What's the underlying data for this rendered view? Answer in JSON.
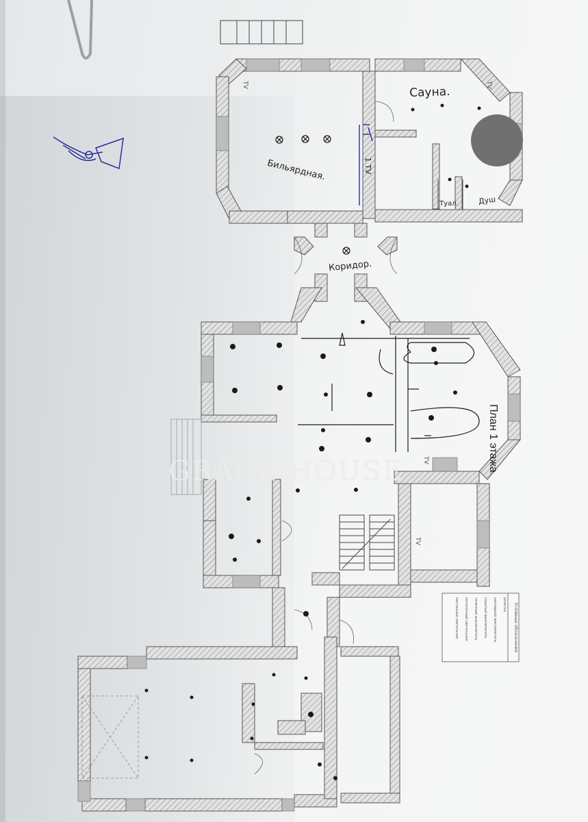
{
  "plan_title": "План 1 этажа",
  "watermark_text": "GRACE HOUSE",
  "rooms": {
    "billiard": "Бильярдная.",
    "sauna": "Сауна.",
    "corridor": "Коридор.",
    "shower": "Душ",
    "small_room": "Туал.",
    "tv_label": "TV",
    "tv_mark": "1 TV"
  },
  "legend": {
    "heading": "Условные обозначения",
    "items": [
      "розетка",
      "накладной выключатель",
      "скрытый выключатель",
      "точечный выключатель",
      "потолочный светильник",
      "настенный светильник"
    ]
  },
  "colors": {
    "wall_fill": "#cfcfcf",
    "wall_stroke": "#555555",
    "ink_black": "#1a1a1a",
    "ink_blue": "#2a2a9a"
  }
}
